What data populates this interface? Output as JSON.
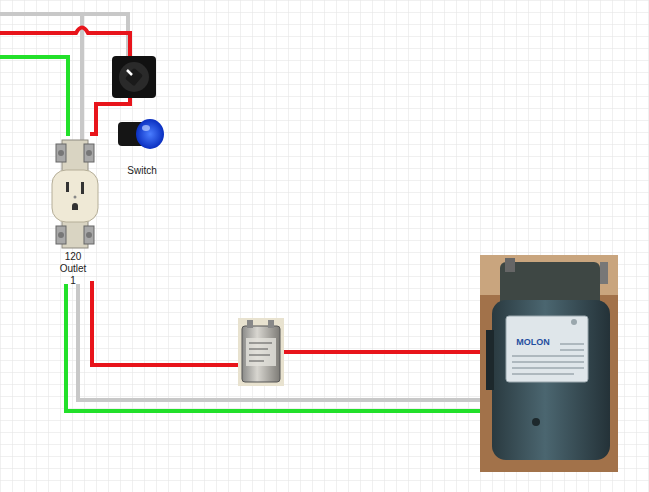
{
  "diagram": {
    "labels": [
      "Switch",
      "120 Outlet 1",
      "MOLON"
    ]
  }
}
